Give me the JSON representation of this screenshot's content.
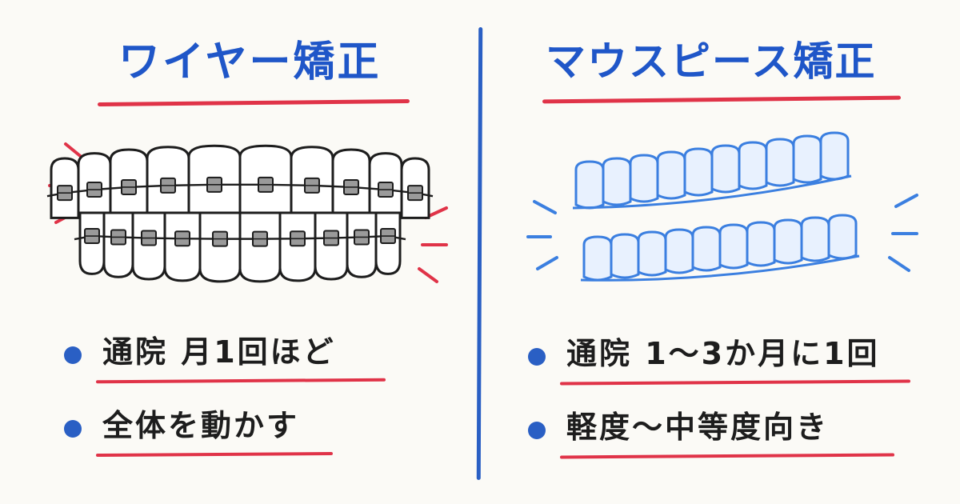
{
  "left": {
    "title": "ワイヤー矯正",
    "bullets": [
      "通院 月1回ほど",
      "全体を動かす"
    ]
  },
  "right": {
    "title": "マウスピース矯正",
    "bullets": [
      "通院 1〜3か月に1回",
      "軽度〜中等度向き"
    ]
  },
  "colors": {
    "title_blue": "#1f56c8",
    "accent_red": "#e03348",
    "ink": "#1d1d1d",
    "divider_blue": "#2a5fc4",
    "aligner_blue": "#3b7fe0",
    "bracket_gray": "#9a9a9a"
  },
  "icons": {
    "left": "braces-illustration",
    "right": "aligner-illustration"
  }
}
